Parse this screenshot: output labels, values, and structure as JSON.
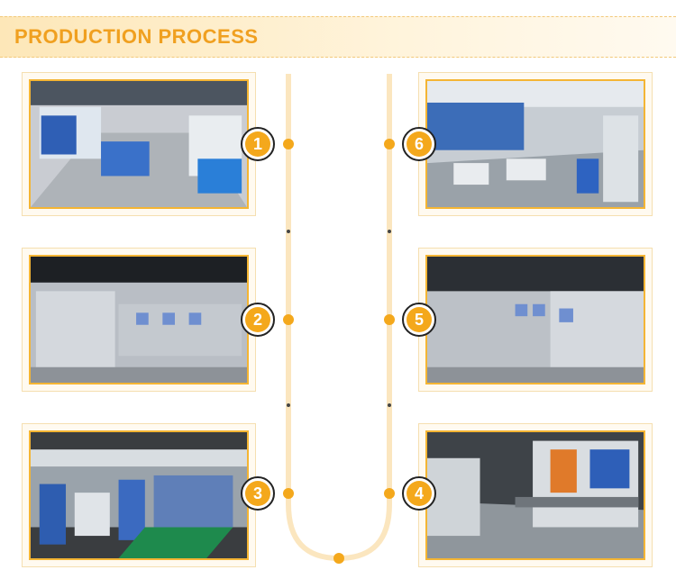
{
  "header": {
    "title": "PRODUCTION PROCESS"
  },
  "steps": [
    {
      "number": "1"
    },
    {
      "number": "2"
    },
    {
      "number": "3"
    },
    {
      "number": "4"
    },
    {
      "number": "5"
    },
    {
      "number": "6"
    }
  ],
  "colors": {
    "accent": "#f4a81c",
    "track": "#fbe6bf",
    "frame": "#f4b534"
  }
}
